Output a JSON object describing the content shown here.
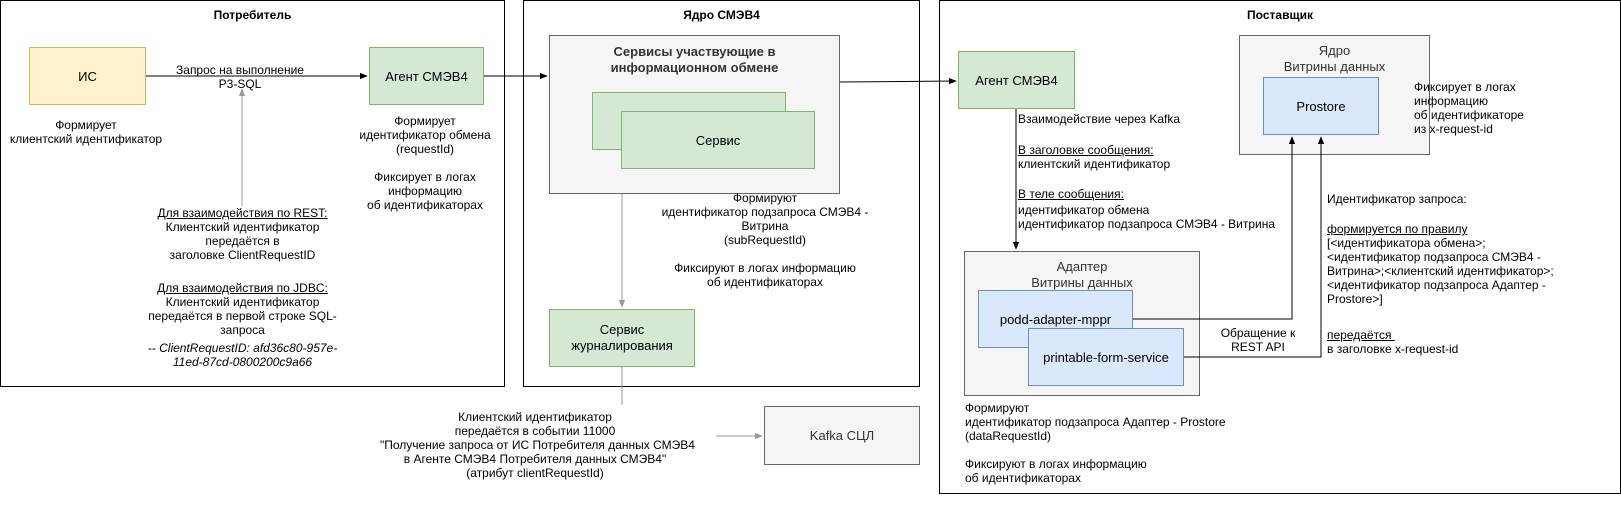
{
  "consumer": {
    "title": "Потребитель",
    "is_box": "ИС",
    "agent_box": "Агент СМЭВ4",
    "request_label": "Запрос на выполнение\nР3-SQL",
    "is_note": "Формирует\nклиентский идентификатор",
    "agent_note": "Формирует\nидентификатор обмена\n(requestId)\n\nФиксирует в логах\nинформацию\nоб идентификаторах",
    "rest_heading": "Для взаимодействия по REST:",
    "rest_text": "Клиентский идентификатор\nпередаётся в\nзаголовке ClientRequestID",
    "jdbc_heading": "Для взаимодействия по JDBC:",
    "jdbc_text": "Клиентский идентификатор\nпередаётся в первой строке SQL-\nзапроса",
    "jdbc_example": "-- ClientRequestID: afd36c80-957e-\n11ed-87cd-0800200c9a66"
  },
  "core": {
    "title": "Ядро СМЭВ4",
    "services_group_title": "Сервисы участвующие в\nинформационном обмене",
    "service_box": "Сервис",
    "services_note": "Формируют\nидентификатор подзапроса СМЭВ4 -\nВитрина\n(subRequestId)\n\nФиксируют в логах информацию\nоб идентификаторах",
    "journal_box": "Сервис\nжурналирования",
    "journal_note": "Клиентский идентификатор\nпередаётся в событии 11000\n\"Получение запроса от ИС Потребителя данных СМЭВ4\nв Агенте СМЭВ4 Потребителя данных СМЭВ4\"\n(атрибут clientRequestId)",
    "kafka_box": "Kafka СЦЛ"
  },
  "provider": {
    "title": "Поставщик",
    "agent_box": "Агент СМЭВ4",
    "kafka_intro": "Взаимодействие через Kafka",
    "header_heading": "В заголовке сообщения:",
    "header_text": "клиентский идентификатор",
    "body_heading": "В теле сообщения:",
    "body_text": "идентификатор обмена\nидентификатор подзапроса СМЭВ4 - Витрина",
    "core_group_title": "Ядро\nВитрины данных",
    "prostore_box": "Prostore",
    "prostore_note": "Фиксирует в логах\nинформацию\nоб идентификаторе\nиз x-request-id",
    "adapter_group_title": "Адаптер\nВитрины данных",
    "adapter_box1": "podd-adapter-mppr",
    "adapter_box2": "printable-form-service",
    "rest_api_label": "Обращение к\nREST API",
    "req_id_intro": "Идентификатор запроса:",
    "req_id_rule_heading": "формируется по правилу",
    "req_id_rule": "[<идентификатора обмена>;\n<идентификатор подзапроса СМЭВ4 -\nВитрина>;<клиентский идентификатор>;\n<идентификатор подзапроса Адаптер -\nProstore>]",
    "req_id_passed_heading": "передаётся ",
    "req_id_passed_text": "в заголовке x-request-id",
    "adapter_note": "Формируют\nидентификатор подзапроса Адаптер - Prostore\n(dataRequestId)\n\nФиксируют в логах информацию\nоб идентификаторах"
  },
  "colors": {
    "yellow_fill": "#fff2cc",
    "green_fill": "#d5e8d4",
    "blue_fill": "#dae8fc",
    "grey_fill": "#f5f5f5"
  }
}
